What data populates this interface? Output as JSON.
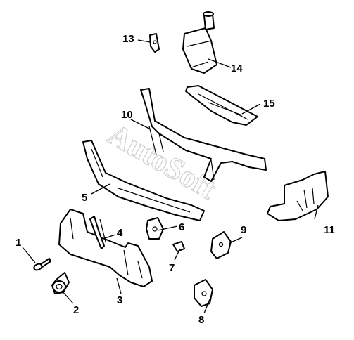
{
  "watermark": "AutoSoft",
  "callouts": [
    {
      "id": "callout-1",
      "label": "1"
    },
    {
      "id": "callout-2",
      "label": "2"
    },
    {
      "id": "callout-3",
      "label": "3"
    },
    {
      "id": "callout-4",
      "label": "4"
    },
    {
      "id": "callout-5",
      "label": "5"
    },
    {
      "id": "callout-6",
      "label": "6"
    },
    {
      "id": "callout-7",
      "label": "7"
    },
    {
      "id": "callout-8",
      "label": "8"
    },
    {
      "id": "callout-9",
      "label": "9"
    },
    {
      "id": "callout-10",
      "label": "10"
    },
    {
      "id": "callout-11",
      "label": "11"
    },
    {
      "id": "callout-12",
      "label": "13"
    },
    {
      "id": "callout-13",
      "label": "14"
    },
    {
      "id": "callout-14",
      "label": "15"
    }
  ]
}
